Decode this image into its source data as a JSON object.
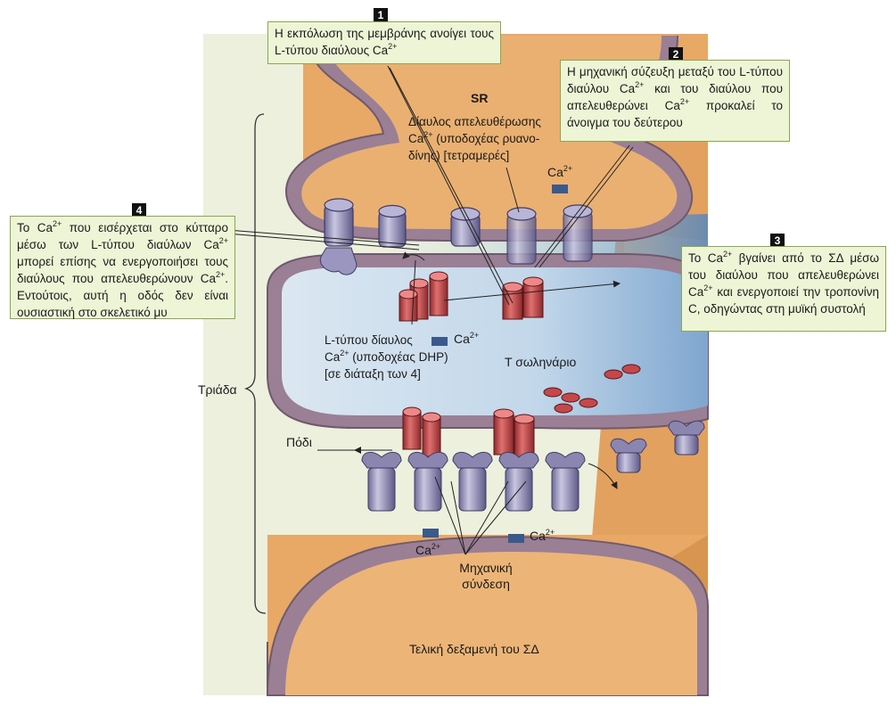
{
  "callouts": [
    {
      "number": "1",
      "text_pre": "Η εκπόλωση της μεμβράνης ανοίγει τους L-τύπου διαύλους Ca",
      "sup": "2+",
      "text_post": ""
    },
    {
      "number": "2",
      "text_pre": "Η μηχανική σύζευξη μεταξύ του L-τύπου διαύλου Ca",
      "sup": "2+",
      "text_mid": " και του διαύλου που απελευθερώνει Ca",
      "sup2": "2+",
      "text_post": " προκαλεί το άνοιγμα του δεύτερου"
    },
    {
      "number": "3",
      "text_pre": "Το Ca",
      "sup": "2+",
      "text_mid": " βγαίνει από το ΣΔ μέσω του διαύλου που απελευθερώνει Ca",
      "sup2": "2+",
      "text_post": " και ενεργοποιεί την τροπονίνη C, οδηγώντας στη μυϊκή συστολή"
    },
    {
      "number": "4",
      "text_pre": "Το Ca",
      "sup": "2+",
      "text_mid": " που εισέρχεται στο κύτταρο μέσω των L-τύπου διαύλων Ca",
      "sup2": "2+",
      "text_mid2": " μπορεί επίσης να ενεργοποιήσει τους διαύλους που απελευθερώνουν Ca",
      "sup3": "2+",
      "text_post": ". Εντούτοις, αυτή η οδός δεν είναι ουσιαστική στο σκελετικό μυ"
    }
  ],
  "labels": {
    "sr": "SR",
    "release_channel_line1": "Δίαυλος απελευθέρωσης",
    "release_channel_line2_pre": "Ca",
    "release_channel_line2_sup": "2+",
    "release_channel_line2_post": " (υποδοχέας ρυανο-",
    "release_channel_line3": "δίνης) [τετραμερές]",
    "ca_ion": "Ca",
    "ca_sup": "2+",
    "ltype_line1": "L-τύπου δίαυλος",
    "ltype_line2_pre": "Ca",
    "ltype_line2_sup": "2+",
    "ltype_line2_post": " (υποδοχέας DHP)",
    "ltype_line3": "[σε διάταξη των 4]",
    "t_tubule": "Τ σωληνάριο",
    "triad": "Τριάδα",
    "foot": "Πόδι",
    "mechanical_line1": "Μηχανική",
    "mechanical_line2": "σύνδεση",
    "terminal_cistern": "Τελική δεξαμενή του ΣΔ"
  },
  "colors": {
    "background_panel": "#ecf0dd",
    "cytoplasm": "#e8a866",
    "membrane": "#9a7f95",
    "t_tubule_lumen": "#bfd6e8",
    "callout_fill": "#eef5d6",
    "dhp_receptor": "#c4484a",
    "ryanodine_receptor": "#8a86b0",
    "calcium_marker": "#3a5a8c"
  }
}
